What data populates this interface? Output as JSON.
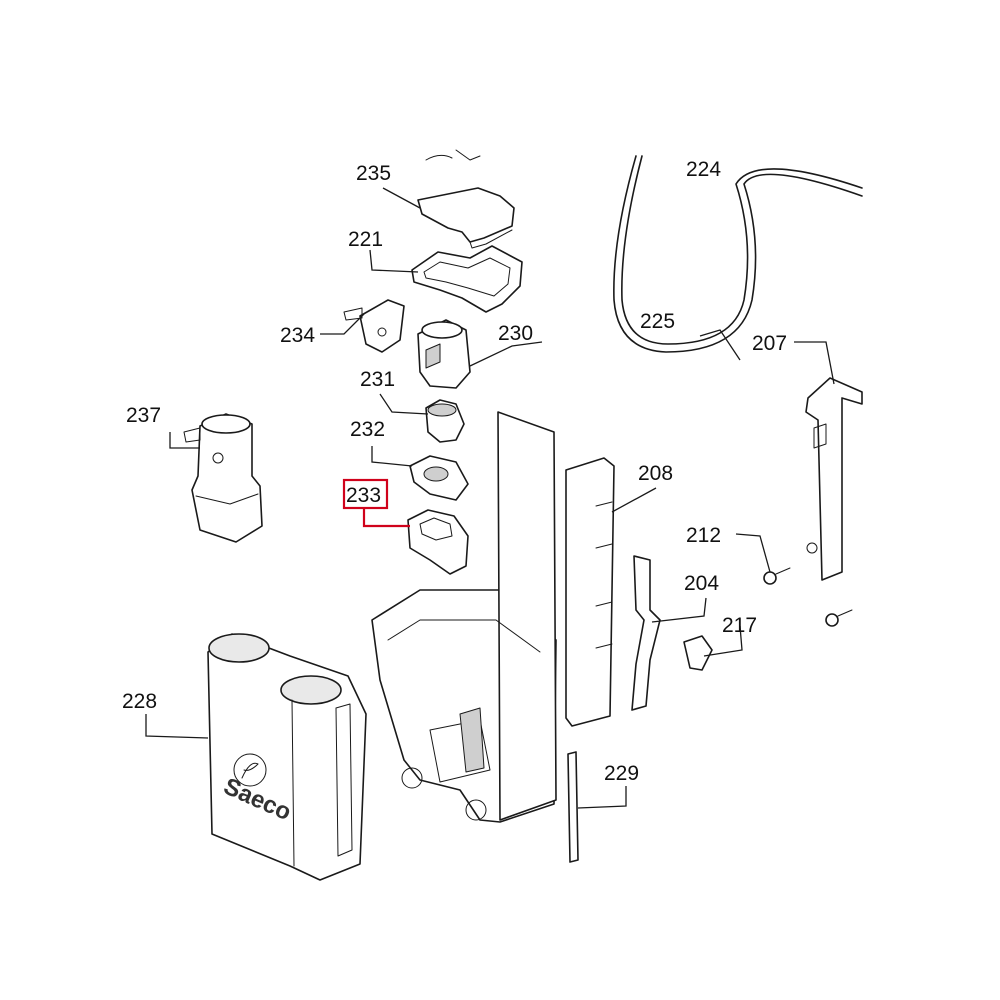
{
  "diagram": {
    "brand_logo": "Saeco",
    "highlighted_part": "233",
    "highlight_color": "#d0021b",
    "callouts": [
      {
        "id": "235",
        "label": "235"
      },
      {
        "id": "221",
        "label": "221"
      },
      {
        "id": "224",
        "label": "224"
      },
      {
        "id": "225",
        "label": "225"
      },
      {
        "id": "234",
        "label": "234"
      },
      {
        "id": "230",
        "label": "230"
      },
      {
        "id": "231",
        "label": "231"
      },
      {
        "id": "207",
        "label": "207"
      },
      {
        "id": "237",
        "label": "237"
      },
      {
        "id": "232",
        "label": "232"
      },
      {
        "id": "233",
        "label": "233"
      },
      {
        "id": "208",
        "label": "208"
      },
      {
        "id": "212",
        "label": "212"
      },
      {
        "id": "204",
        "label": "204"
      },
      {
        "id": "217",
        "label": "217"
      },
      {
        "id": "228",
        "label": "228"
      },
      {
        "id": "229",
        "label": "229"
      }
    ]
  }
}
